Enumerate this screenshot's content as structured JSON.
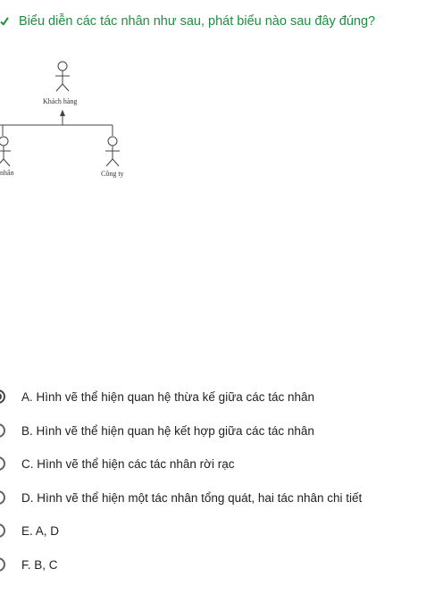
{
  "question": {
    "text": "Biểu diễn các tác nhân như sau, phát biểu nào sau đây đúng?",
    "status_icon": "check-icon",
    "status_color": "#1e8e3e"
  },
  "diagram": {
    "actors": [
      {
        "label": "Khách hàng"
      },
      {
        "label": "nhân"
      },
      {
        "label": "Công ty"
      }
    ]
  },
  "options": [
    {
      "label": "A. Hình vẽ thể hiện quan hệ thừa kế giữa các tác nhân",
      "selected": true
    },
    {
      "label": "B. Hình vẽ thể hiện quan hệ kết hợp giữa các tác nhân",
      "selected": false
    },
    {
      "label": "C. Hình vẽ thể hiện các tác nhân rời rạc",
      "selected": false
    },
    {
      "label": "D. Hình vẽ thể hiện một tác nhân tổng quát, hai tác nhân chi tiết",
      "selected": false
    },
    {
      "label": "E. A, D",
      "selected": false
    },
    {
      "label": "F. B, C",
      "selected": false
    }
  ]
}
